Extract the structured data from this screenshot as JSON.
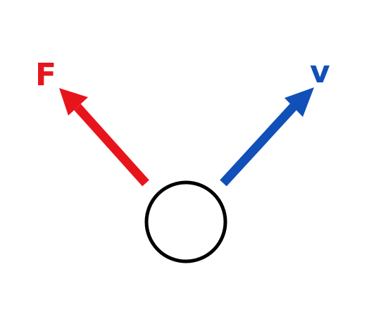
{
  "diagram": {
    "force_vector": {
      "label": "F",
      "color": "#e8141c"
    },
    "velocity_vector": {
      "label": "v",
      "color": "#1150b8"
    },
    "object": {
      "shape": "circle",
      "stroke_color": "#000000"
    }
  }
}
